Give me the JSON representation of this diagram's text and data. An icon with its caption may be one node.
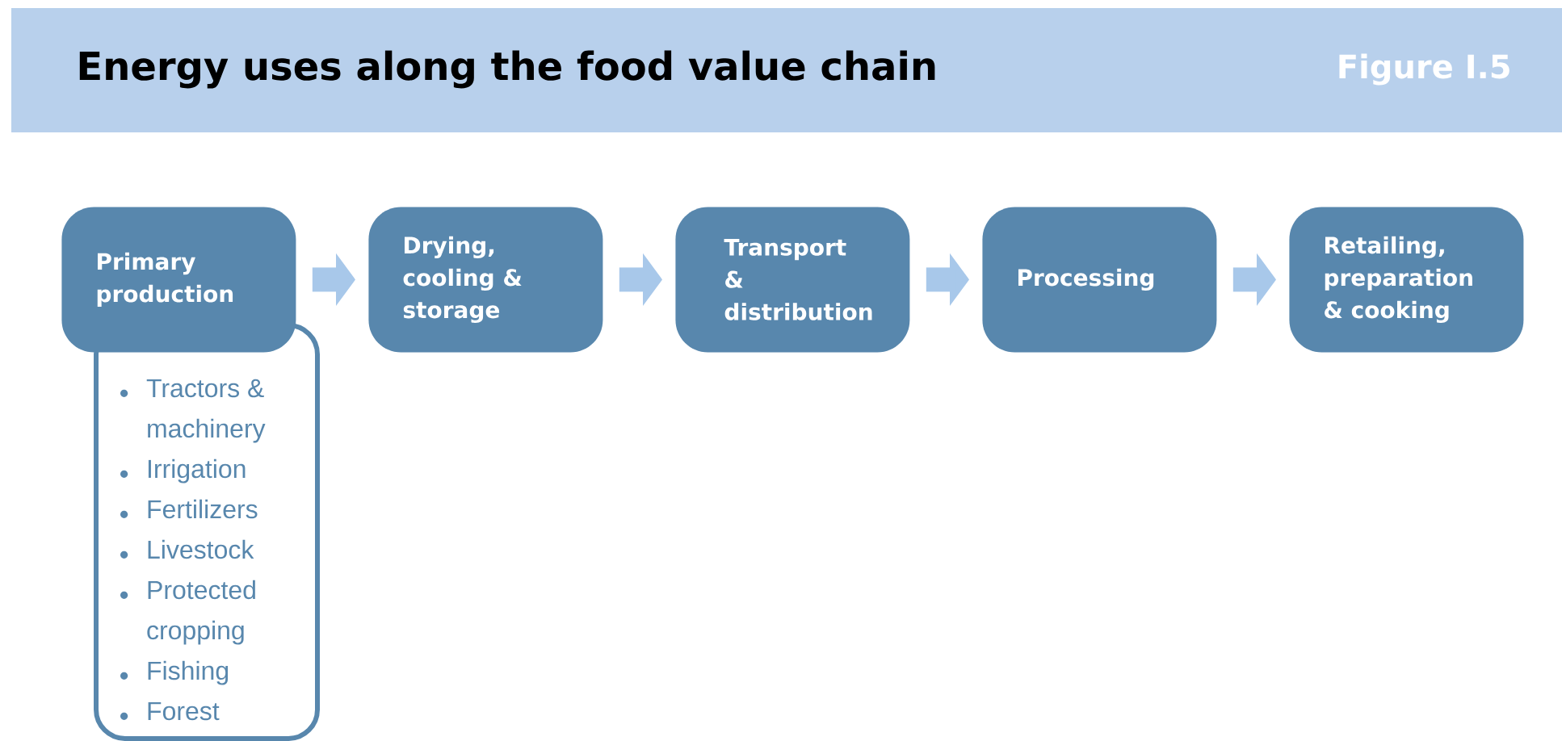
{
  "diagram": {
    "title": "Energy uses along the food value chain",
    "nodes": [
      {
        "text": [
          "Primary production"
        ]
      },
      {
        "text": [
          "Drying, cooling & storage"
        ]
      },
      {
        "text": [
          "Transport & distribution"
        ]
      },
      {
        "text": [
          "Processing"
        ]
      },
      {
        "text": [
          "Retailing, preparation & cooking"
        ]
      },
      {
        "text": [
          "Tractors & machinery",
          "Irrigation",
          "Fertilizers",
          "Livestock",
          "Protected cropping",
          "Fishing",
          "Forest"
        ]
      }
    ],
    "edges": [
      {
        "from": 0,
        "to": 1,
        "arrow": "to"
      },
      {
        "from": 1,
        "to": 2,
        "arrow": "to"
      },
      {
        "from": 2,
        "to": 3,
        "arrow": "to"
      },
      {
        "from": 3,
        "to": 4,
        "arrow": "to"
      }
    ],
    "labels": [
      "Figure I.5"
    ]
  }
}
